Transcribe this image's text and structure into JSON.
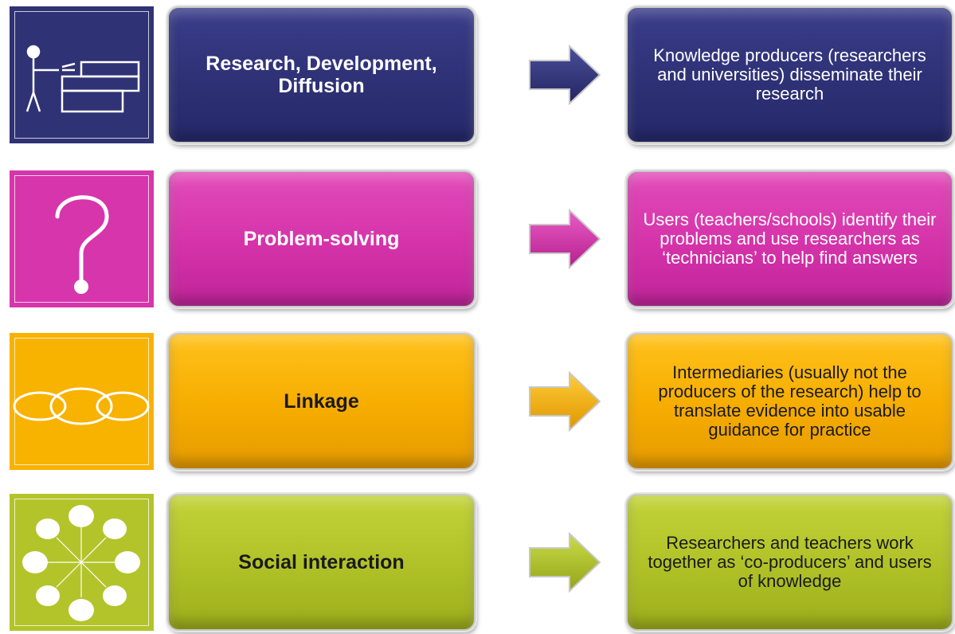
{
  "rows": [
    {
      "icon": "figure-at-desk-icon",
      "color": "#2f3274",
      "title": "Research, Development, Diffusion",
      "description": "Knowledge producers (researchers and universities) disseminate their research"
    },
    {
      "icon": "question-mark-icon",
      "color": "#d735ac",
      "title": "Problem-solving",
      "description": "Users (teachers/schools) identify their problems and use researchers as ‘technicians’ to help find answers"
    },
    {
      "icon": "linked-rings-icon",
      "color": "#f8b200",
      "title": "Linkage",
      "description": "Intermediaries (usually not the producers of the research) help to translate evidence into usable guidance for practice"
    },
    {
      "icon": "network-circles-icon",
      "color": "#b3c42a",
      "title": "Social interaction",
      "description": "Researchers and teachers work together as ‘co-producers’ and users of knowledge"
    }
  ]
}
